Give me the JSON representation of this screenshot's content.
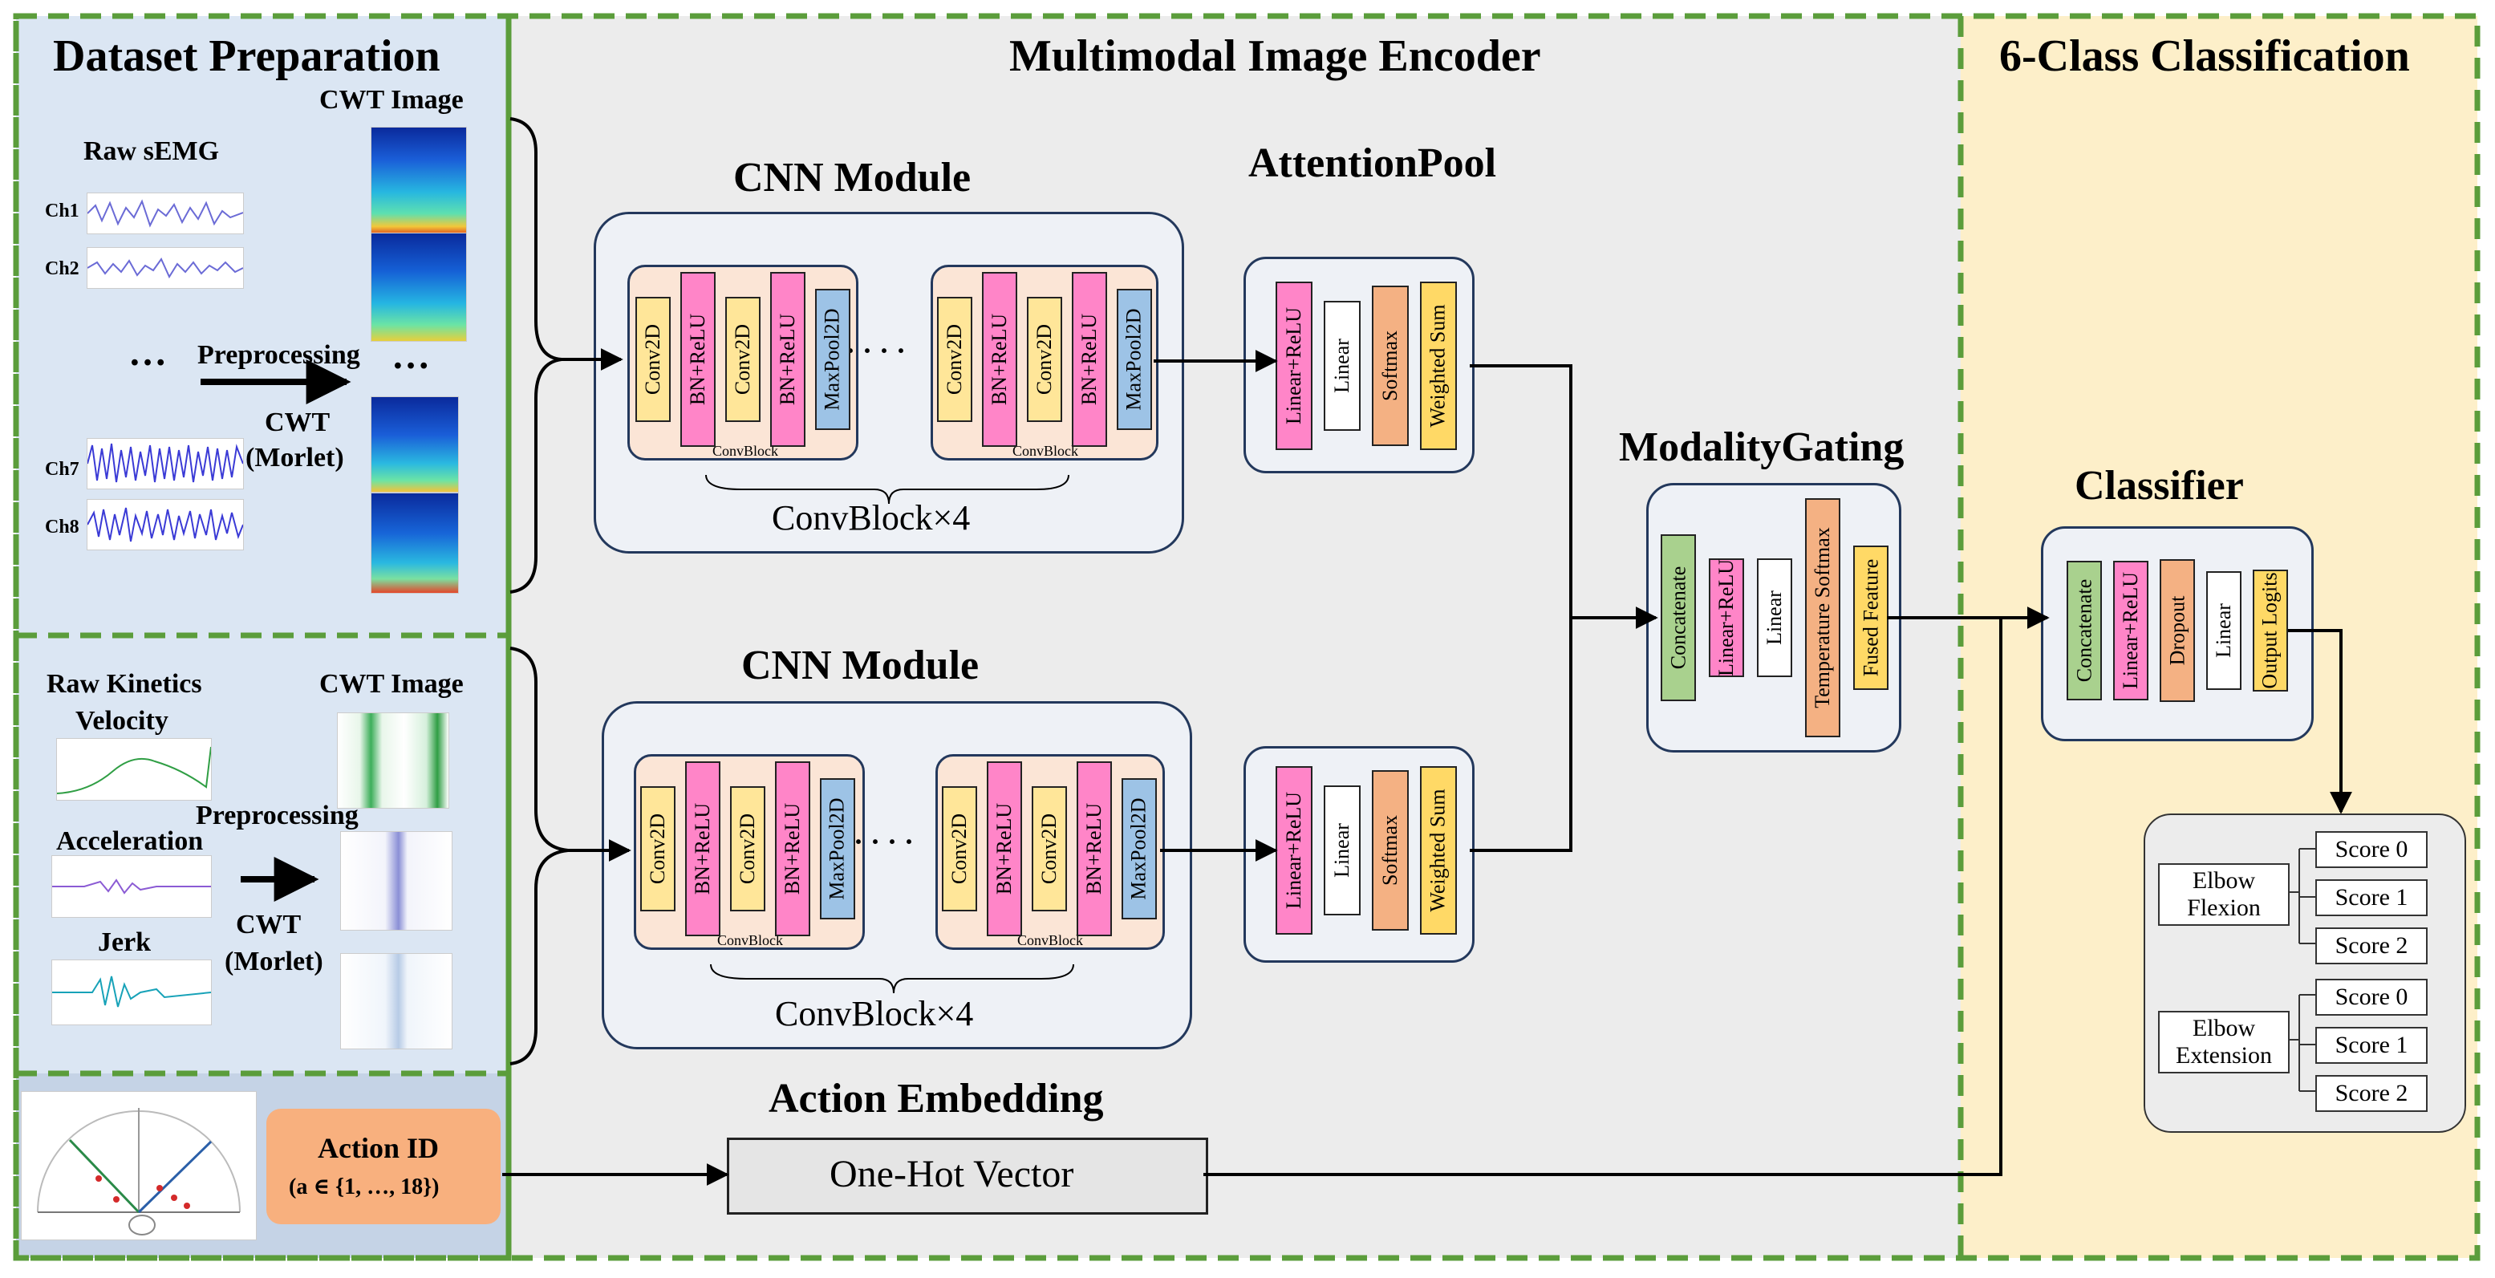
{
  "sections": {
    "dataset": "Dataset Preparation",
    "encoder": "Multimodal Image Encoder",
    "classification": "6-Class Classification"
  },
  "semg": {
    "title": "Raw sEMG",
    "cwt_title": "CWT Image",
    "channels": [
      "Ch1",
      "Ch2",
      "Ch7",
      "Ch8"
    ],
    "ellipsis": "…",
    "preprocessing": "Preprocessing",
    "cwt": "CWT",
    "morlet": "(Morlet)"
  },
  "kinetics": {
    "title": "Raw Kinetics",
    "cwt_title": "CWT Image",
    "signals": [
      "Velocity",
      "Acceleration",
      "Jerk"
    ],
    "preprocessing": "Preprocessing",
    "cwt": "CWT",
    "morlet": "(Morlet)"
  },
  "cnn": {
    "title": "CNN Module",
    "layers": [
      "Conv2D",
      "BN+ReLU",
      "Conv2D",
      "BN+ReLU",
      "MaxPool2D"
    ],
    "block_label": "ConvBlock",
    "repeat_label": "ConvBlock×4",
    "dots": "· · · ·"
  },
  "attention": {
    "title": "AttentionPool",
    "layers": [
      "Linear+ReLU",
      "Linear",
      "Softmax",
      "Weighted Sum"
    ]
  },
  "gating": {
    "title": "ModalityGating",
    "layers": [
      "Concatenate",
      "Linear+ReLU",
      "Linear",
      "Temperature Softmax",
      "Fused Feature"
    ]
  },
  "classifier": {
    "title": "Classifier",
    "layers": [
      "Concatenate",
      "Linear+ReLU",
      "Dropout",
      "Linear",
      "Output Logits"
    ]
  },
  "outputs": {
    "groups": [
      {
        "line1": "Elbow",
        "line2": "Flexion",
        "scores": [
          "Score 0",
          "Score 1",
          "Score 2"
        ]
      },
      {
        "line1": "Elbow",
        "line2": "Extension",
        "scores": [
          "Score 0",
          "Score 1",
          "Score 2"
        ]
      }
    ]
  },
  "action": {
    "title": "Action Embedding",
    "id_label": "Action ID",
    "id_range": "(a ∈ {1, …, 18})",
    "vector": "One-Hot Vector"
  },
  "colors": {
    "yellow": "#ffe699",
    "pink": "#ff85c8",
    "blue": "#9dc3e6",
    "white": "#ffffff",
    "orange": "#f4b183",
    "green": "#a9d18e",
    "gold": "#ffd966",
    "dataset_bg": "#dbe6f3",
    "encoder_bg": "#ececec",
    "class_bg": "#fdefc9",
    "dash": "#5b9d3b",
    "action_btn": "#f8b07e"
  }
}
